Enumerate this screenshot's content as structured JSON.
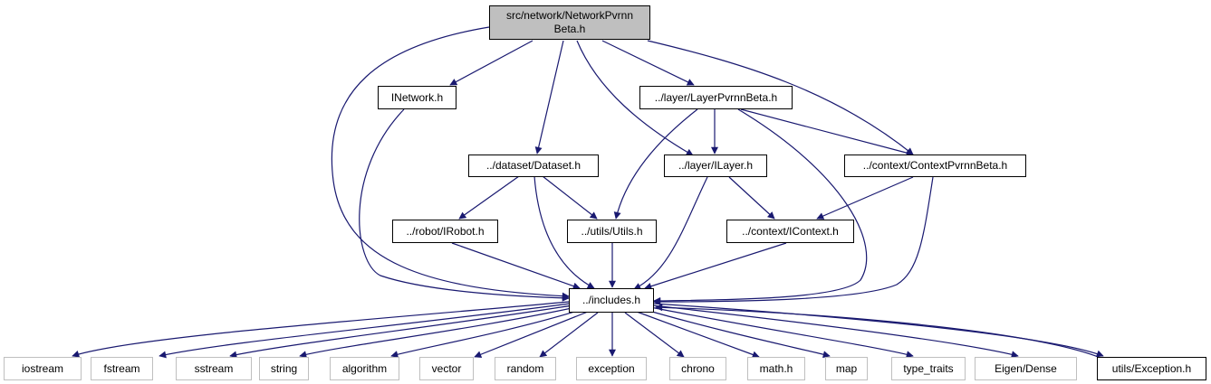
{
  "colors": {
    "edge": "#191970",
    "node_border": "#000000",
    "system_border": "#bfbfbf",
    "root_fill": "#bfbfbf"
  },
  "nodes": {
    "root": "src/network/NetworkPvrnn Beta.h",
    "inetwork": "INetwork.h",
    "layer_pvrnn": "../layer/LayerPvrnnBeta.h",
    "dataset": "../dataset/Dataset.h",
    "ilayer": "../layer/ILayer.h",
    "context_pvrnn": "../context/ContextPvrnnBeta.h",
    "irobot": "../robot/IRobot.h",
    "utils": "../utils/Utils.h",
    "icontext": "../context/IContext.h",
    "includes": "../includes.h",
    "iostream": "iostream",
    "fstream": "fstream",
    "sstream": "sstream",
    "string": "string",
    "algorithm": "algorithm",
    "vector": "vector",
    "random": "random",
    "exception": "exception",
    "chrono": "chrono",
    "math": "math.h",
    "map": "map",
    "type_traits": "type_traits",
    "eigen": "Eigen/Dense",
    "utils_exception": "utils/Exception.h"
  }
}
